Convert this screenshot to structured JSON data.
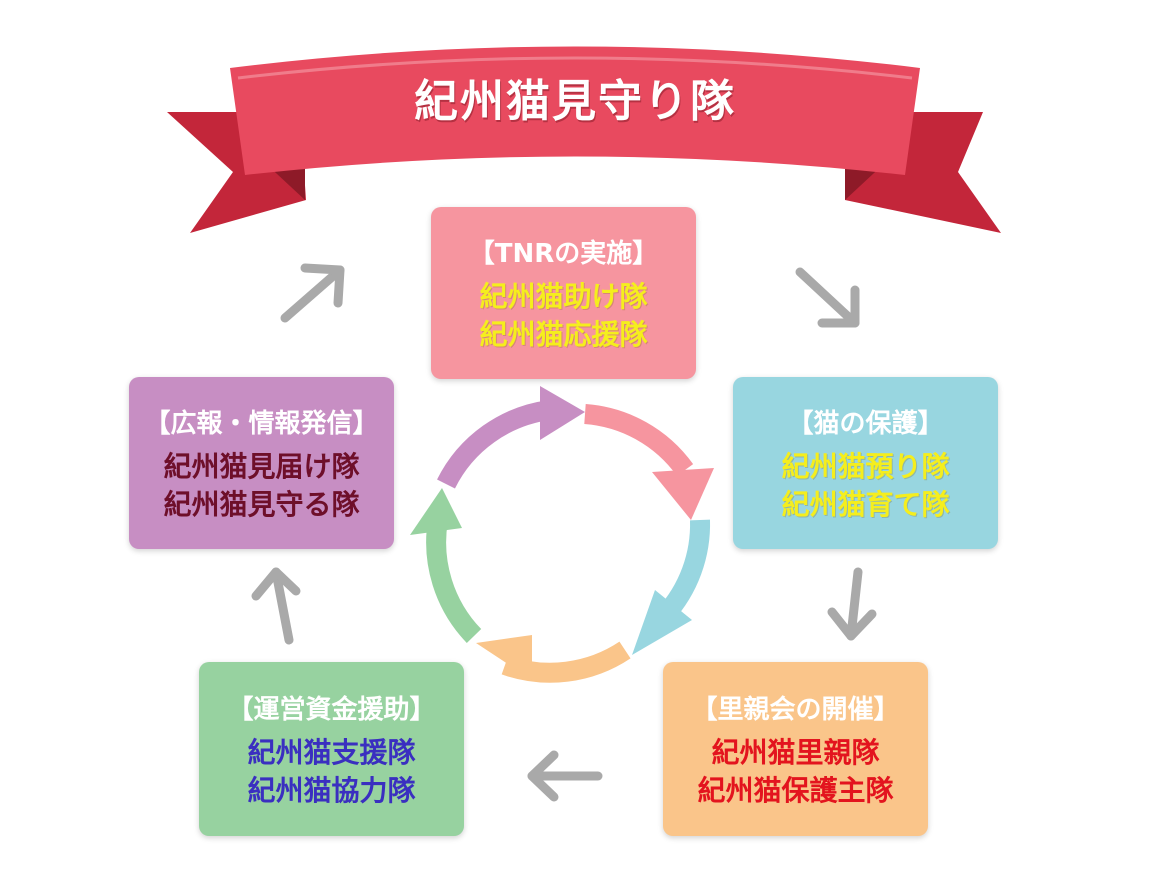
{
  "title": "紀州猫見守り隊",
  "colors": {
    "banner": "#e84a5f",
    "banner_dark": "#c3263a",
    "tnr_box": "#f6959f",
    "hogo_box": "#98d6e0",
    "sato_box": "#fac58a",
    "unei_box": "#97d2a0",
    "koho_box": "#c78ec3",
    "outer_arrow": "#a9a9a9"
  },
  "boxes": {
    "tnr": {
      "heading": "【TNRの実施】",
      "lines": [
        "紀州猫助け隊",
        "紀州猫応援隊"
      ]
    },
    "hogo": {
      "heading": "【猫の保護】",
      "lines": [
        "紀州猫預り隊",
        "紀州猫育て隊"
      ]
    },
    "sato": {
      "heading": "【里親会の開催】",
      "lines": [
        "紀州猫里親隊",
        "紀州猫保護主隊"
      ]
    },
    "unei": {
      "heading": "【運営資金援助】",
      "lines": [
        "紀州猫支援隊",
        "紀州猫協力隊"
      ]
    },
    "koho": {
      "heading": "【広報・情報発信】",
      "lines": [
        "紀州猫見届け隊",
        "紀州猫見守る隊"
      ]
    }
  },
  "cycle": {
    "arrows": [
      {
        "id": "pink",
        "color": "#f6959f"
      },
      {
        "id": "blue",
        "color": "#98d6e0"
      },
      {
        "id": "orange",
        "color": "#fac58a"
      },
      {
        "id": "green",
        "color": "#97d2a0"
      },
      {
        "id": "purple",
        "color": "#c78ec3"
      }
    ]
  }
}
